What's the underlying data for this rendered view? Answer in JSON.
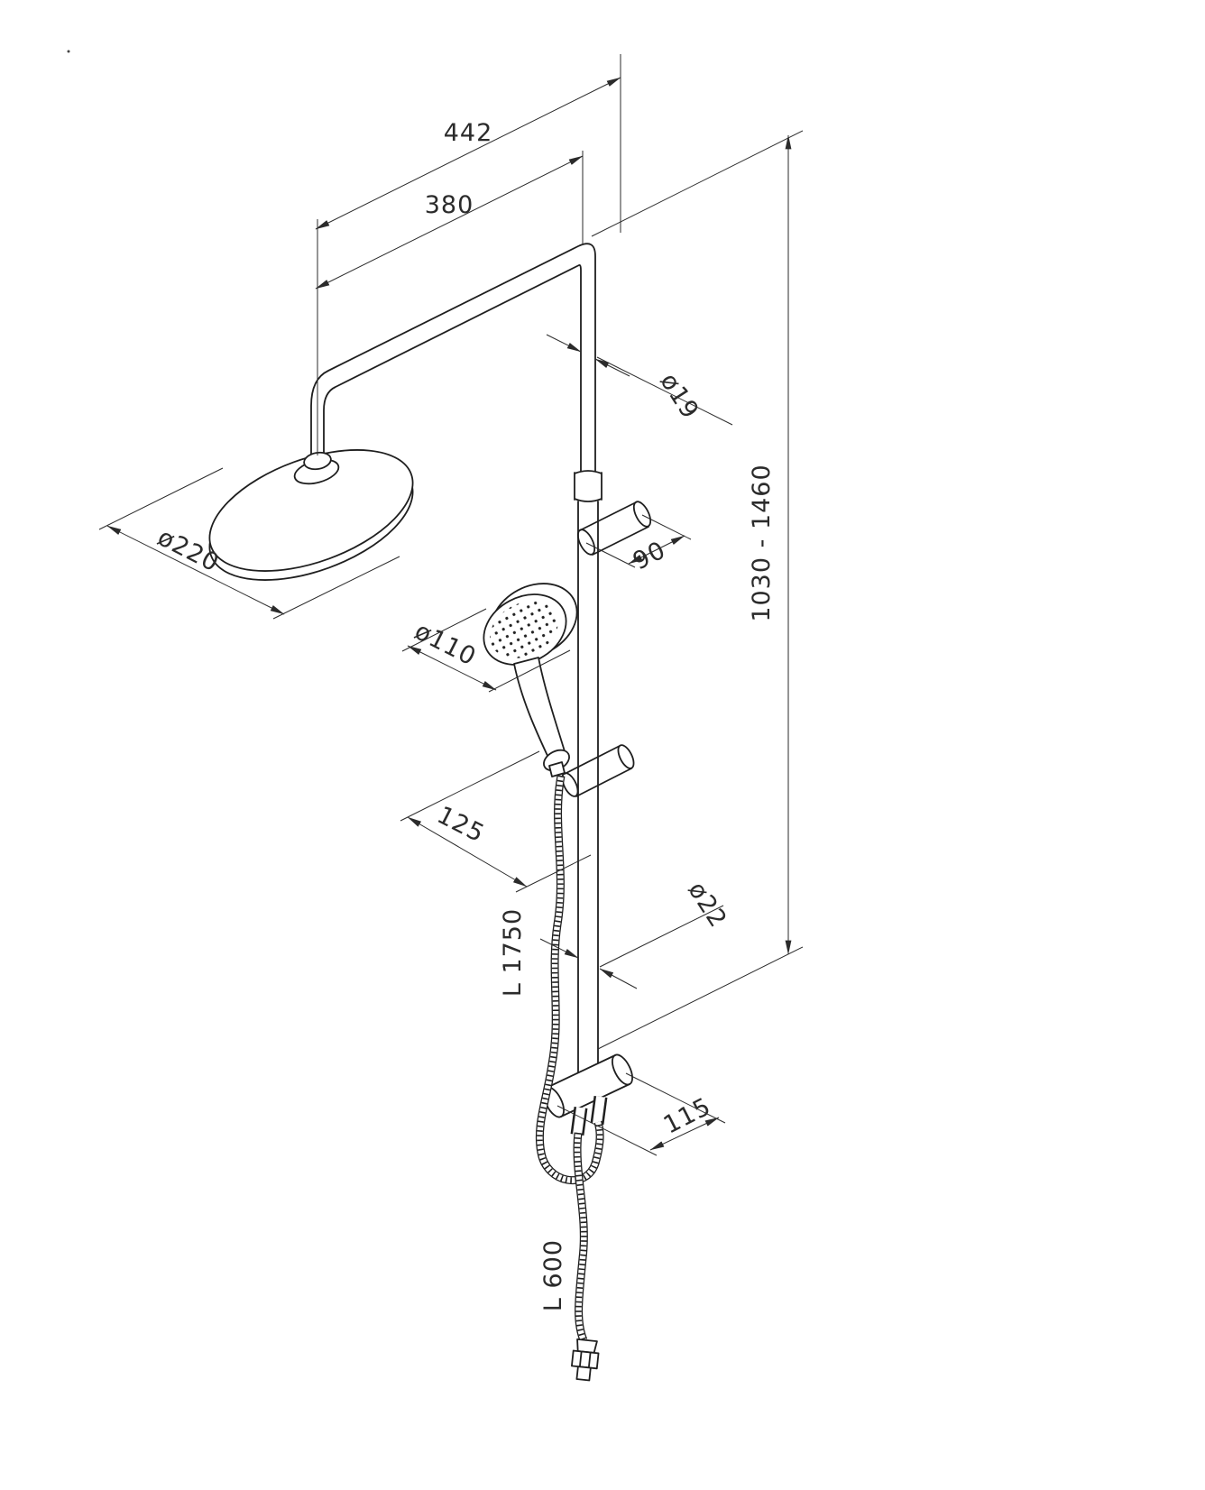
{
  "drawing": {
    "subject": "shower column isometric technical drawing",
    "line_color": "#1f1f1f",
    "dims": {
      "width_overall": "442",
      "arm_reach": "380",
      "pipe_d": "ø19",
      "height_range": "1030 - 1460",
      "head_d": "ø220",
      "bracket_depth": "90",
      "hand_d": "ø110",
      "slider_offset": "125",
      "hose_main": "L 1750",
      "column_d": "ø22",
      "outlet_depth": "115",
      "hose_lower": "L 600"
    }
  }
}
